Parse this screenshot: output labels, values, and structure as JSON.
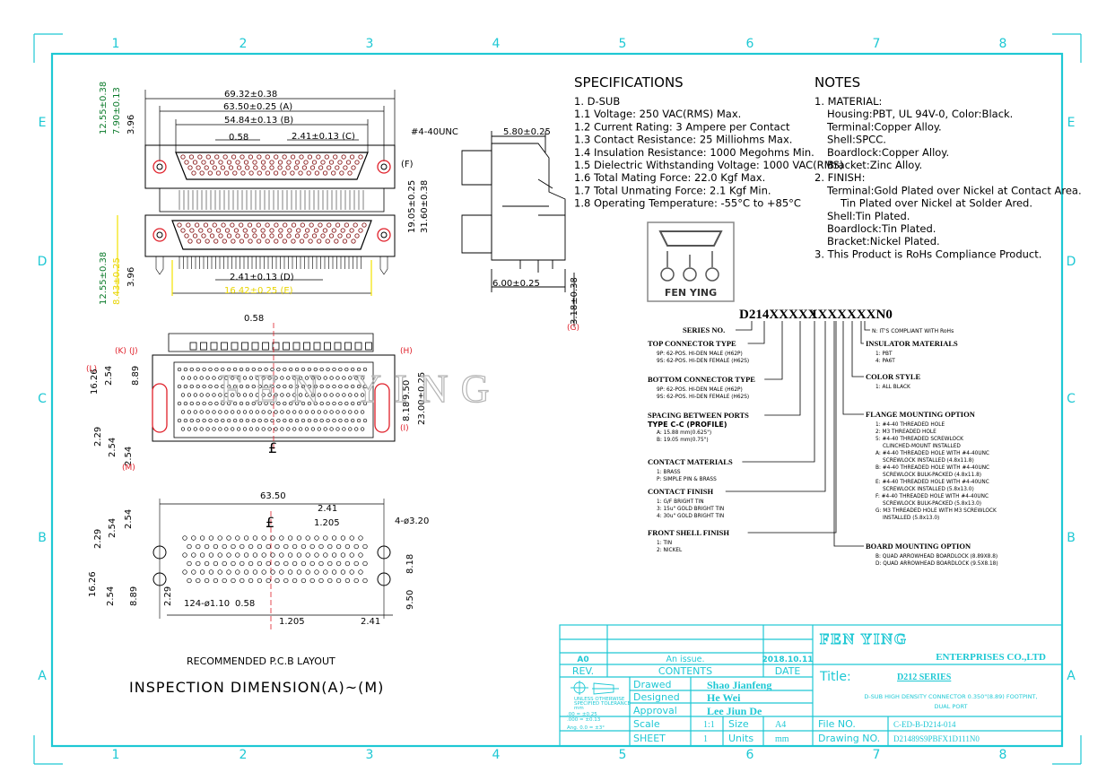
{
  "grid": {
    "cols": [
      "1",
      "2",
      "3",
      "4",
      "5",
      "6",
      "7",
      "8"
    ],
    "rows": [
      "E",
      "D",
      "C",
      "B",
      "A"
    ]
  },
  "specifications": {
    "title": "SPECIFICATIONS",
    "lines": [
      "1. D-SUB",
      "1.1 Voltage: 250 VAC(RMS) Max.",
      "1.2 Current Rating: 3 Ampere per Contact",
      "1.3 Contact Resistance: 25 Milliohms Max.",
      "1.4 Insulation Resistance: 1000 Megohms Min.",
      "1.5 Dielectric Withstanding Voltage: 1000 VAC(RMS)",
      "1.6 Total Mating Force: 22.0 Kgf Max.",
      "1.7 Total Unmating Force: 2.1 Kgf Min.",
      "1.8 Operating Temperature: -55°C to +85°C"
    ]
  },
  "notes": {
    "title": "NOTES",
    "lines": [
      "1. MATERIAL:",
      "Housing:PBT, UL 94V-0, Color:Black.",
      "Terminal:Copper Alloy.",
      "Shell:SPCC.",
      "Boardlock:Copper Alloy.",
      "Bracket:Zinc Alloy.",
      "2. FINISH:",
      "Terminal:Gold Plated over Nickel at Contact Area.",
      "Tin Plated over Nickel at Solder Ared.",
      "Shell:Tin Plated.",
      "Boardlock:Tin Plated.",
      "Bracket:Nickel Plated.",
      "3. This Product is RoHs Compliance Product."
    ]
  },
  "logo": {
    "text": "FEN YING"
  },
  "part_number": {
    "code_a": "D214XXXXX",
    "code_b": "1XXXXXXN0",
    "series_label": "SERIES NO.",
    "rohs": "N: IT'S COMPLIANT WITH RoHs",
    "sections_left": [
      {
        "title": "TOP CONNECTOR TYPE",
        "items": [
          "9P: 62-POS. HI-DEN MALE (H62P)",
          "9S: 62-POS. HI-DEN FEMALE (H62S)"
        ]
      },
      {
        "title": "BOTTOM CONNECTOR TYPE",
        "items": [
          "9P: 62-POS. HI-DEN MALE (H62P)",
          "9S: 62-POS. HI-DEN FEMALE (H62S)"
        ]
      },
      {
        "title": "SPACING BETWEEN PORTS",
        "items": [
          "TYPE C-C (PROFILE)",
          "A: 15.88 mm(0.625\")",
          "B: 19.05 mm(0.75\")"
        ]
      },
      {
        "title": "CONTACT MATERIALS",
        "items": [
          "1: BRASS",
          "P: SIMPLE PIN & BRASS"
        ]
      },
      {
        "title": "CONTACT FINISH",
        "items": [
          "1: G/F BRIGHT TIN",
          "3: 15u\" GOLD BRIGHT TIN",
          "4: 30u\" GOLD BRIGHT TIN"
        ]
      },
      {
        "title": "FRONT SHELL FINISH",
        "items": [
          "1: TIN",
          "2: NICKEL"
        ]
      }
    ],
    "sections_right": [
      {
        "title": "INSULATOR MATERIALS",
        "items": [
          "1: PBT",
          "4: PA6T"
        ]
      },
      {
        "title": "COLOR STYLE",
        "items": [
          "1: ALL BLACK"
        ]
      },
      {
        "title": "FLANGE MOUNTING OPTION",
        "items": [
          "1: #4-40 THREADED HOLE",
          "2: M3 THREADED HOLE",
          "5: #4-40 THREADED SCREWLOCK",
          "CLINCHED-MOUNT INSTALLED",
          "A: #4-40 THREADED HOLE WITH #4-40UNC",
          "SCREWLOCK INSTALLED (4.8x11.8)",
          "B: #4-40 THREADED HOLE WITH #4-40UNC",
          "SCREWLOCK BULK-PACKED (4.8x11.8)",
          "E: #4-40 THREADED HOLE WITH #4-40UNC",
          "SCREWLOCK INSTALLED (5.8x13.0)",
          "F: #4-40 THREADED HOLE WITH #4-40UNC",
          "SCREWLOCK BULK-PACKED (5.8x13.0)",
          "G: M3 THREADED HOLE WITH M3 SCREWLOCK",
          "INSTALLED (5.8x13.0)"
        ]
      },
      {
        "title": "BOARD MOUNTING OPTION",
        "items": [
          "B: QUAD ARROWHEAD BOARDLOCK (8.89X8.8)",
          "D: QUAD ARROWHEAD BOARDLOCK (9.5X8.18)"
        ]
      }
    ]
  },
  "drawing": {
    "front_dims": [
      "69.32±0.38",
      "63.50±0.25 (A)",
      "54.84±0.13 (B)",
      "0.58",
      "2.41±0.13 (C)",
      "#4-40UNC",
      "(F)",
      "12.55±0.38",
      "7.90±0.13",
      "3.96",
      "19.05±0.25",
      "31.60±0.38",
      "2.41±0.13 (D)",
      "16.42±0.25 (E)",
      "12.55±0.38",
      "8.43±0.25",
      "3.96"
    ],
    "side_dims": [
      "5.80±0.25",
      "6.00±0.25",
      "3.18±0.38",
      "(G)"
    ],
    "bottom_dims": [
      "0.58",
      "(K)",
      "(J)",
      "(H)",
      "(L)",
      "16.26",
      "2.54",
      "8.89",
      "9.50",
      "23.00±0.25",
      "8.18",
      "(I)",
      "2.29",
      "2.54",
      "2.54",
      "(M)",
      "£"
    ],
    "pcb_dims": [
      "63.50",
      "2.41",
      "1.205",
      "£",
      "4-ø3.20",
      "2.29",
      "2.54",
      "2.54",
      "8.18",
      "16.26",
      "2.54",
      "8.89",
      "2.29",
      "124-ø1.10",
      "0.58",
      "1.205",
      "2.41",
      "9.50"
    ],
    "watermark": "FEN YING",
    "pcb_caption": "RECOMMENDED P.C.B LAYOUT",
    "inspection_caption": "INSPECTION DIMENSION(A)~(M)"
  },
  "title_block": {
    "rev_code": "A0",
    "rev_content": "An issue.",
    "rev_date": "2018.10.11",
    "rev_label": "REV.",
    "contents_label": "CONTENTS",
    "date_label": "DATE",
    "drawed_label": "Drawed",
    "drawed_name": "Shao Jianfeng",
    "designed_label": "Designed",
    "designed_name": "He Wei",
    "approval_label": "Approval",
    "approval_name": "Lee Jiun De",
    "scale_label": "Scale",
    "scale_value": "1:1",
    "size_label": "Size",
    "size_value": "A4",
    "sheet_label": "SHEET",
    "sheet_value": "1",
    "units_label": "Units",
    "units_value": "mm",
    "tol_lines": [
      "UNLESS OTHERWISE",
      "SPECIFIED TOLERANCE",
      "mm",
      ".00 = ±0.25",
      ".000 = ±0.13",
      "Ang. 0.0 = ±3°"
    ],
    "company_name": "FEN YING",
    "company_sub": "ENTERPRISES CO.,LTD",
    "title_label": "Title:",
    "series": "D212 SERIES",
    "description_1": "D-SUB HIGH DENSITY CONNECTOR 0.350\"(8.89) FOOTPINT,",
    "description_2": "DUAL PORT",
    "file_label": "File NO.",
    "file_value": "C-ED-B-D214-014",
    "drawing_label": "Drawing NO.",
    "drawing_value": "D21489S9PBFX1D111N0"
  },
  "colors": {
    "frame": "#1ec8d4",
    "dim_red": "#e0202a",
    "dim_green": "#0a7a2a",
    "dim_yellow": "#f2e200"
  }
}
